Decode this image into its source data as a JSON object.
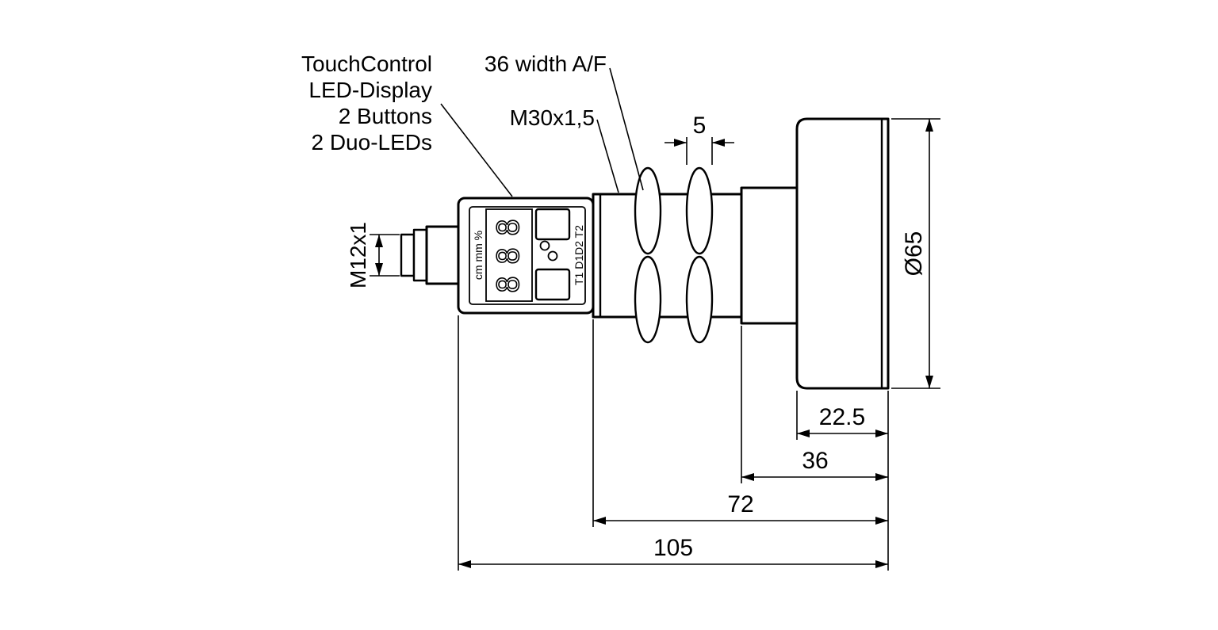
{
  "callouts": {
    "touchcontrol": [
      "TouchControl",
      "LED-Display",
      "2 Buttons",
      "2 Duo-LEDs"
    ],
    "width_af": "36 width A/F",
    "thread": "M30x1,5",
    "connector": "M12x1"
  },
  "display": {
    "units": "cm mm %",
    "io": "T1 D1D2 T2",
    "digits": [
      "8",
      "8",
      "8"
    ]
  },
  "dims": {
    "groove": "5",
    "diameter": "Ø65",
    "len_head": "22.5",
    "len_36": "36",
    "len_72": "72",
    "len_105": "105"
  }
}
